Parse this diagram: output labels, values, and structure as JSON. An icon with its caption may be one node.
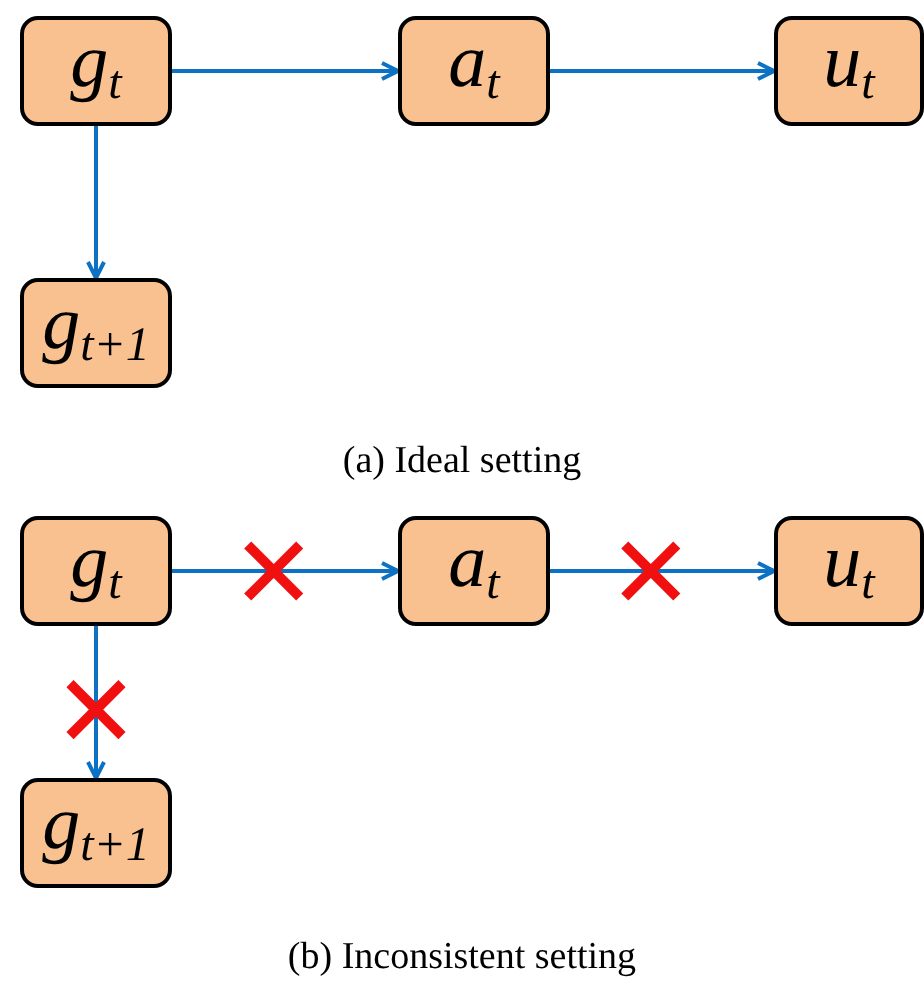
{
  "diagram": {
    "nodes": [
      {
        "text": [
          "g$_{t}$"
        ]
      },
      {
        "text": [
          "a$_{t}$"
        ]
      },
      {
        "text": [
          "u$_{t}$"
        ]
      },
      {
        "text": [
          "g$_{t+1}$"
        ]
      },
      {
        "text": [
          "g$_{t}$"
        ]
      },
      {
        "text": [
          "a$_{t}$"
        ]
      },
      {
        "text": [
          "u$_{t}$"
        ]
      },
      {
        "text": [
          "g$_{t+1}$"
        ]
      }
    ],
    "edges": [
      {
        "from": 0,
        "to": 1,
        "arrow": "to"
      },
      {
        "from": 1,
        "to": 2,
        "arrow": "to"
      },
      {
        "from": 0,
        "to": 3,
        "arrow": "to"
      },
      {
        "from": 4,
        "to": 5,
        "arrow": "to"
      },
      {
        "from": 5,
        "to": 6,
        "arrow": "to"
      },
      {
        "from": 4,
        "to": 7,
        "arrow": "to"
      }
    ],
    "labels": [
      "(a) Ideal setting",
      "(b) Inconsistent setting"
    ]
  }
}
